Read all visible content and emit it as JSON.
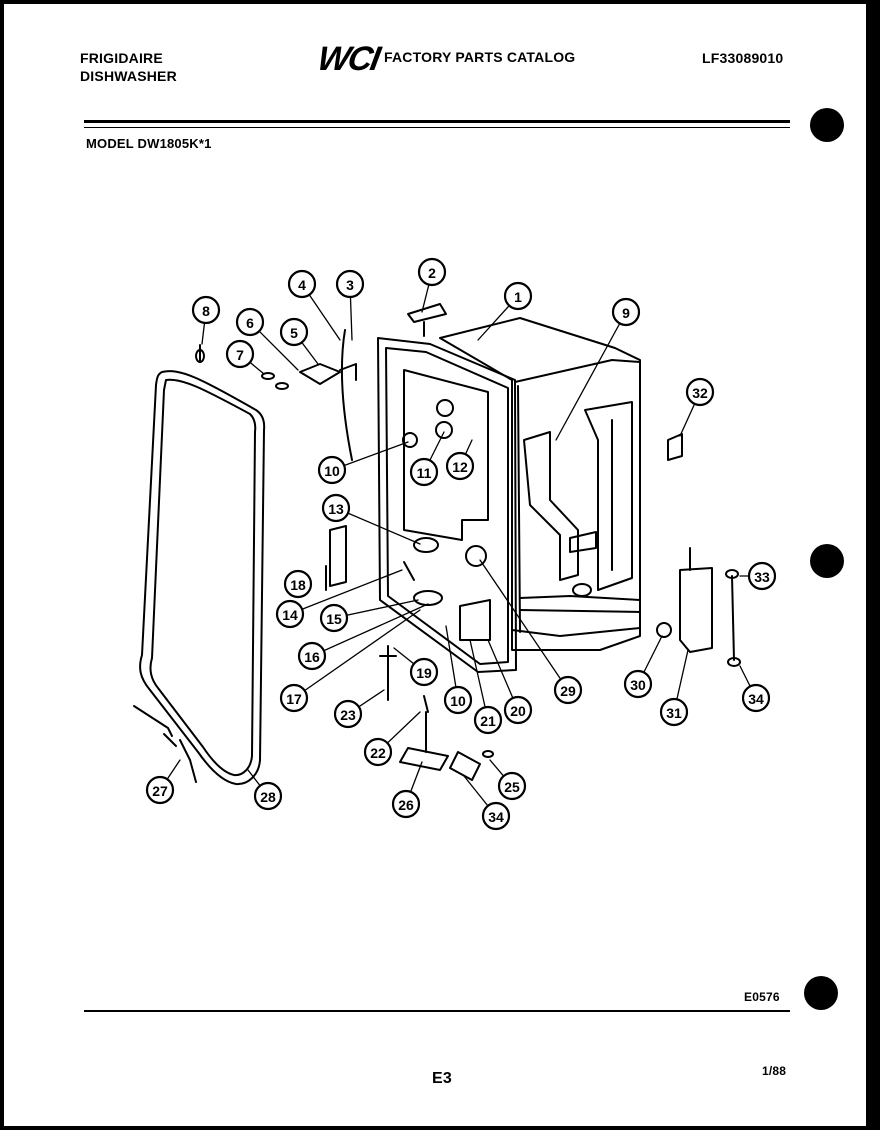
{
  "header": {
    "brand_line1": "FRIGIDAIRE",
    "brand_line2": "DISHWASHER",
    "logo_text": "WCI",
    "catalog_title": "FACTORY PARTS CATALOG",
    "catalog_number": "LF33089010",
    "model": "MODEL DW1805K*1"
  },
  "footer": {
    "drawing_code": "E0576",
    "page_label": "E3",
    "date": "1/88"
  },
  "callouts": [
    "1",
    "2",
    "3",
    "4",
    "5",
    "6",
    "7",
    "8",
    "9",
    "10",
    "11",
    "12",
    "13",
    "14",
    "15",
    "16",
    "17",
    "18",
    "19",
    "10",
    "20",
    "21",
    "22",
    "23",
    "25",
    "26",
    "27",
    "28",
    "29",
    "30",
    "31",
    "32",
    "33",
    "34",
    "34"
  ]
}
